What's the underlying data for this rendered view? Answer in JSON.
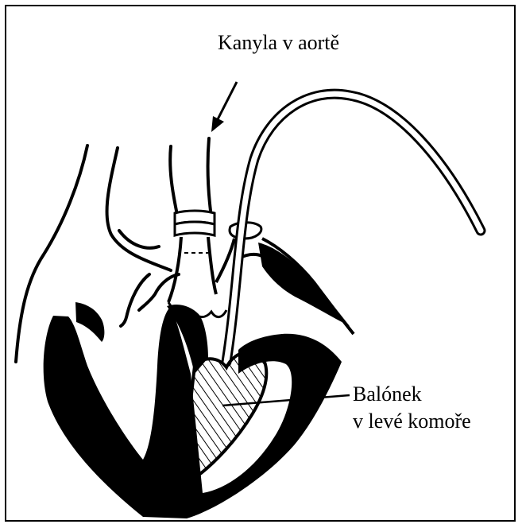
{
  "labels": {
    "cannula": "Kanyla v aortě",
    "balloon_line1": "Balónek",
    "balloon_line2": "v levé komoře"
  },
  "colors": {
    "ink": "#000000",
    "paper": "#ffffff"
  }
}
